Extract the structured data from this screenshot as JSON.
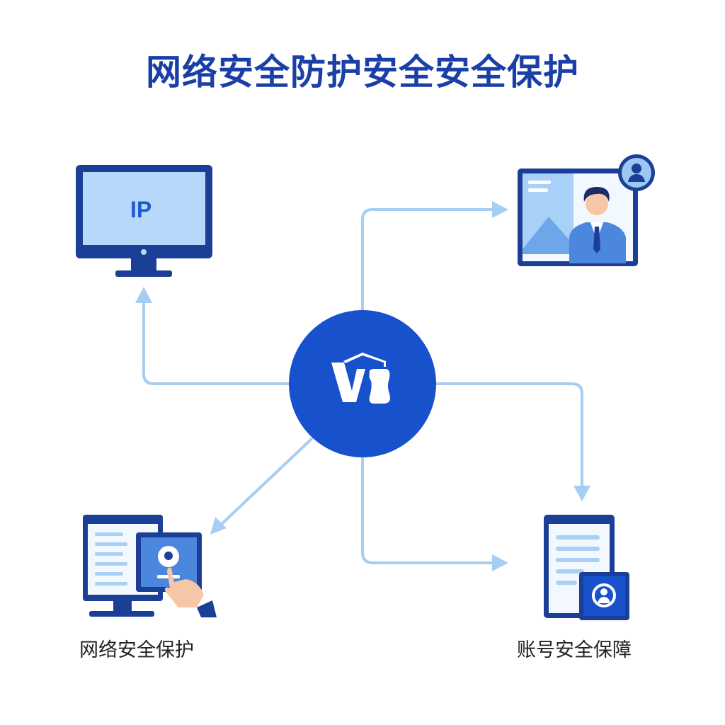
{
  "title": "网络安全防护安全安全保护",
  "nodes": {
    "monitor_ip": {
      "text": "IP"
    },
    "bottom_left": {
      "label": "网络安全保护"
    },
    "bottom_right": {
      "label": "账号安全保障"
    }
  },
  "colors": {
    "primary": "#1a4fc8",
    "dark": "#1b3f96",
    "light": "#a6cdf2",
    "screen": "#b7d8fa"
  }
}
